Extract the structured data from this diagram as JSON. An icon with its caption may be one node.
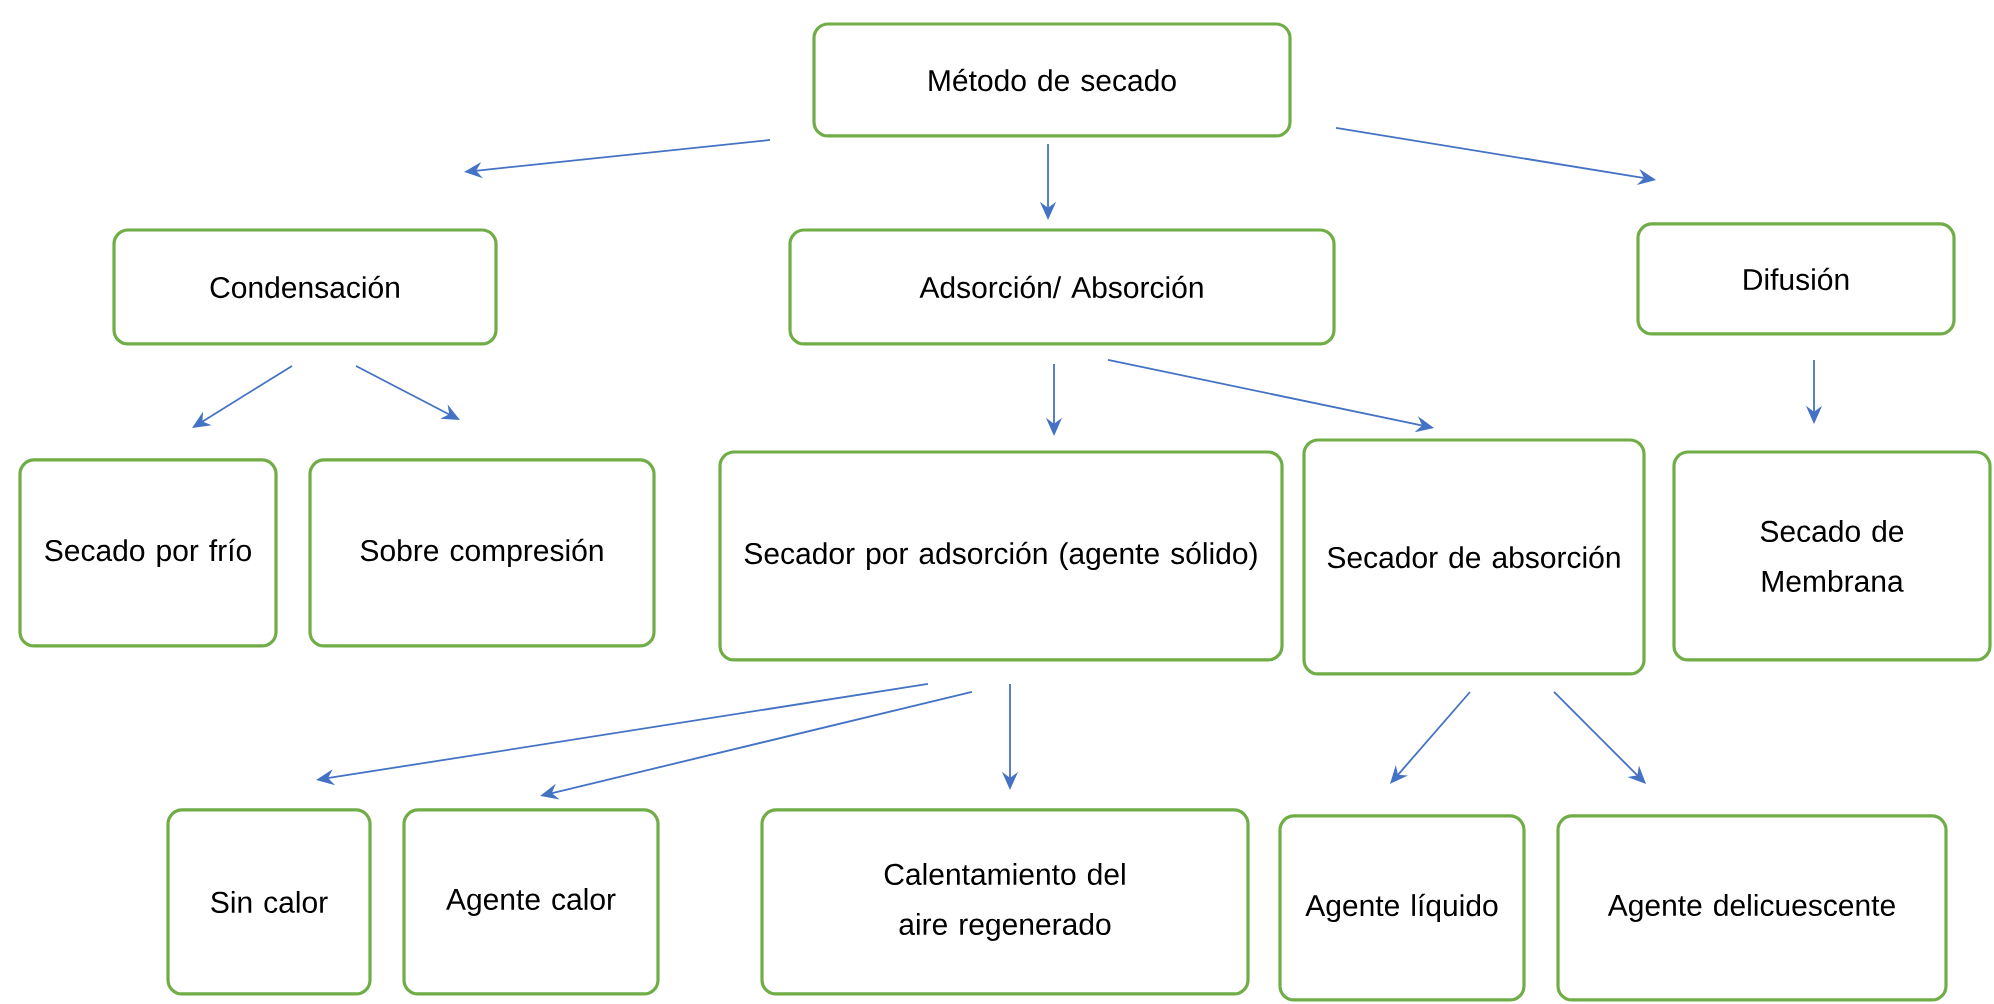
{
  "diagram": {
    "nodes": [
      {
        "text": [
          "Método de secado"
        ]
      },
      {
        "text": [
          "Condensación"
        ]
      },
      {
        "text": [
          "Adsorción/ Absorción"
        ]
      },
      {
        "text": [
          "Difusión"
        ]
      },
      {
        "text": [
          "Secado por frío"
        ]
      },
      {
        "text": [
          "Sobre compresión"
        ]
      },
      {
        "text": [
          "Secador por adsorción (agente sólido)"
        ]
      },
      {
        "text": [
          "Secador de absorción"
        ]
      },
      {
        "text": [
          "Secado de Membrana"
        ]
      },
      {
        "text": [
          "Sin calor"
        ]
      },
      {
        "text": [
          "Agente calor"
        ]
      },
      {
        "text": [
          "Calentamiento del aire regenerado"
        ]
      },
      {
        "text": [
          "Agente líquido"
        ]
      },
      {
        "text": [
          "Agente delicuescente"
        ]
      }
    ],
    "edges": [
      {
        "from": 0,
        "to": 1,
        "arrow": "to"
      },
      {
        "from": 0,
        "to": 2,
        "arrow": "to"
      },
      {
        "from": 0,
        "to": 3,
        "arrow": "to"
      },
      {
        "from": 1,
        "to": 4,
        "arrow": "to"
      },
      {
        "from": 1,
        "to": 5,
        "arrow": "to"
      },
      {
        "from": 2,
        "to": 6,
        "arrow": "to"
      },
      {
        "from": 2,
        "to": 7,
        "arrow": "to"
      },
      {
        "from": 3,
        "to": 8,
        "arrow": "to"
      },
      {
        "from": 6,
        "to": 9,
        "arrow": "to"
      },
      {
        "from": 6,
        "to": 10,
        "arrow": "to"
      },
      {
        "from": 6,
        "to": 11,
        "arrow": "to"
      },
      {
        "from": 7,
        "to": 12,
        "arrow": "to"
      },
      {
        "from": 7,
        "to": 13,
        "arrow": "to"
      }
    ]
  }
}
